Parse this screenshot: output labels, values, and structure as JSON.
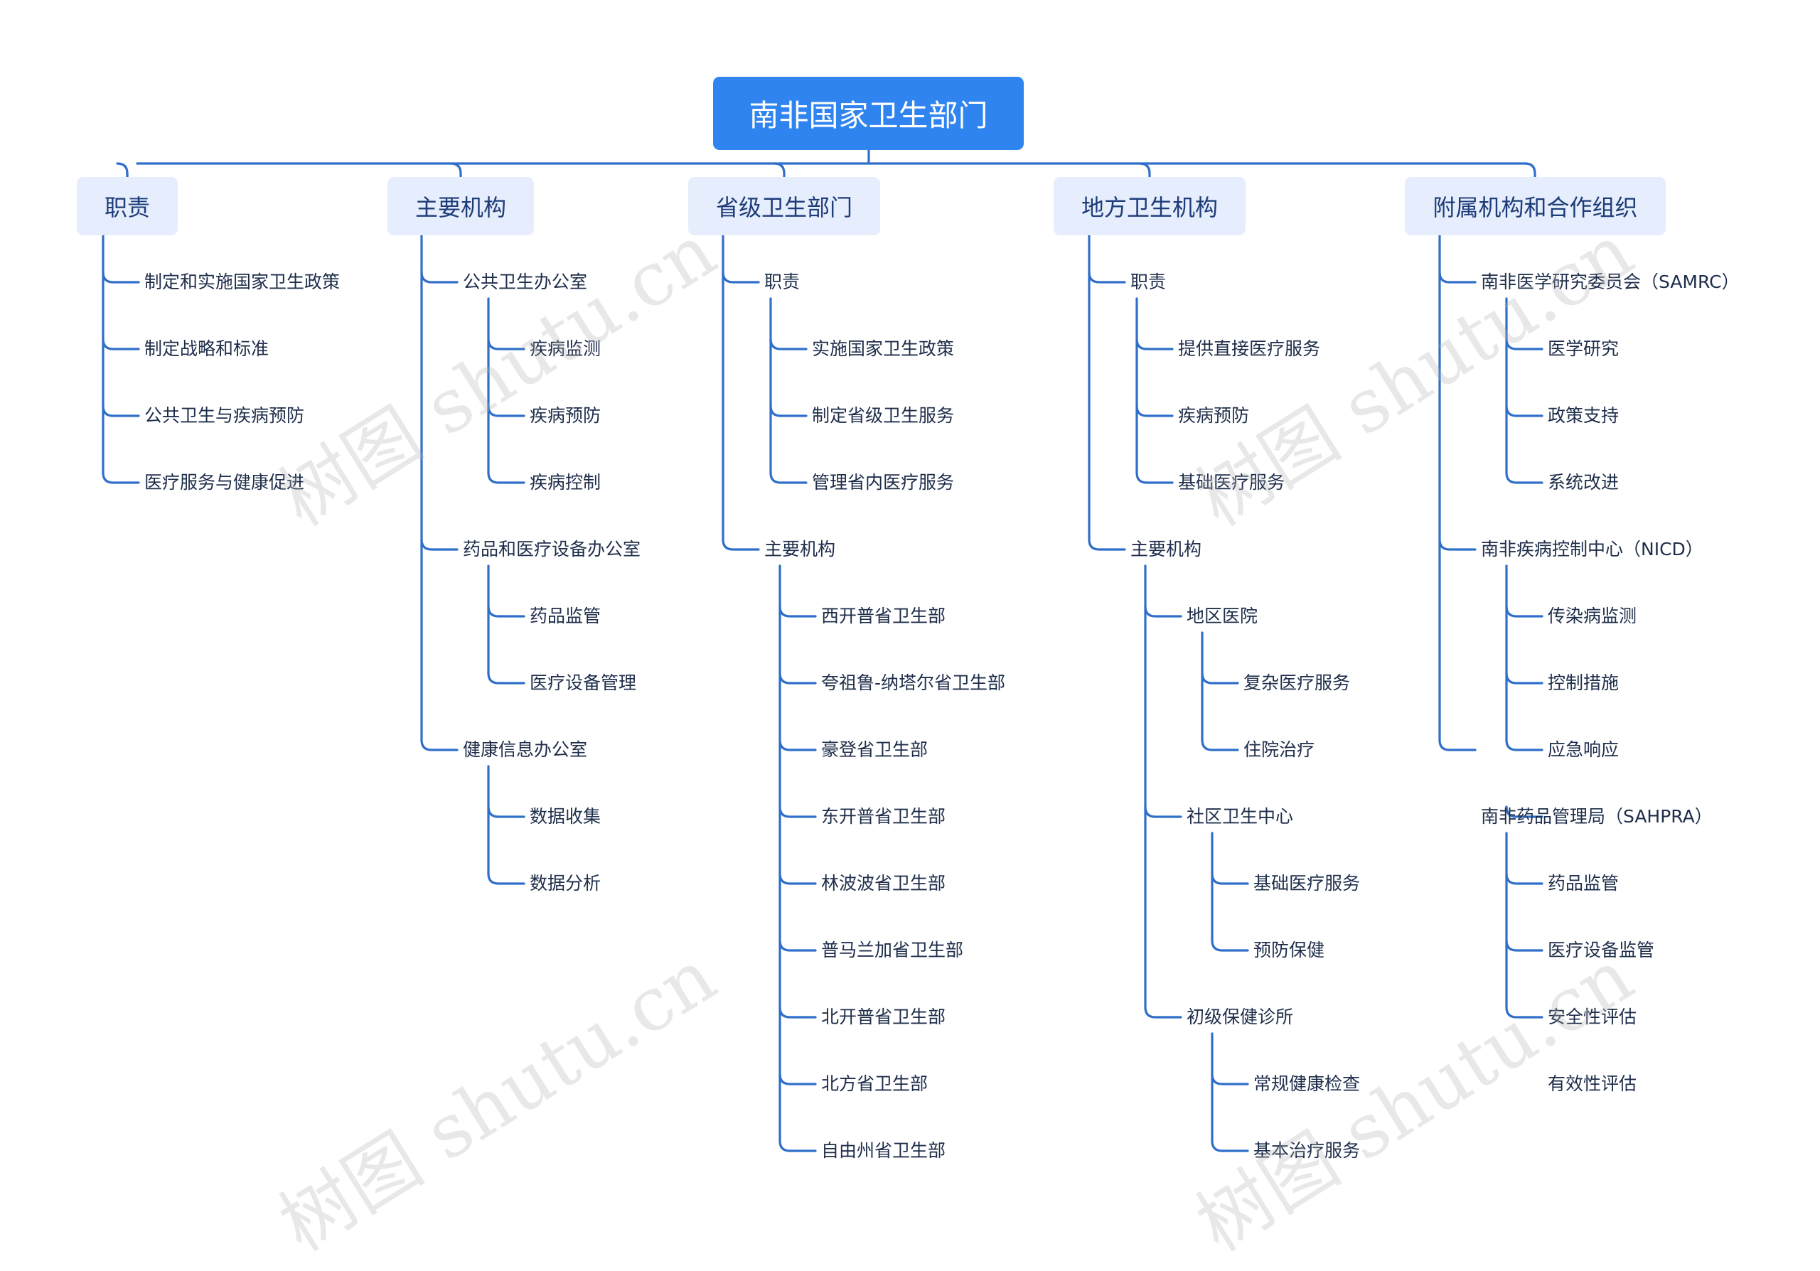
{
  "root": "南非国家卫生部门",
  "branches": [
    {
      "label": "职责",
      "children": [
        {
          "label": "制定和实施国家卫生政策"
        },
        {
          "label": "制定战略和标准"
        },
        {
          "label": "公共卫生与疾病预防"
        },
        {
          "label": "医疗服务与健康促进"
        }
      ]
    },
    {
      "label": "主要机构",
      "children": [
        {
          "label": "公共卫生办公室",
          "children": [
            {
              "label": "疾病监测"
            },
            {
              "label": "疾病预防"
            },
            {
              "label": "疾病控制"
            }
          ]
        },
        {
          "label": "药品和医疗设备办公室",
          "children": [
            {
              "label": "药品监管"
            },
            {
              "label": "医疗设备管理"
            }
          ]
        },
        {
          "label": "健康信息办公室",
          "children": [
            {
              "label": "数据收集"
            },
            {
              "label": "数据分析"
            }
          ]
        }
      ]
    },
    {
      "label": "省级卫生部门",
      "children": [
        {
          "label": "职责",
          "children": [
            {
              "label": "实施国家卫生政策"
            },
            {
              "label": "制定省级卫生服务"
            },
            {
              "label": "管理省内医疗服务"
            }
          ]
        },
        {
          "label": "主要机构",
          "children": [
            {
              "label": "西开普省卫生部"
            },
            {
              "label": "夸祖鲁-纳塔尔省卫生部"
            },
            {
              "label": "豪登省卫生部"
            },
            {
              "label": "东开普省卫生部"
            },
            {
              "label": "林波波省卫生部"
            },
            {
              "label": "普马兰加省卫生部"
            },
            {
              "label": "北开普省卫生部"
            },
            {
              "label": "北方省卫生部"
            },
            {
              "label": "自由州省卫生部"
            }
          ]
        }
      ]
    },
    {
      "label": "地方卫生机构",
      "children": [
        {
          "label": "职责",
          "children": [
            {
              "label": "提供直接医疗服务"
            },
            {
              "label": "疾病预防"
            },
            {
              "label": "基础医疗服务"
            }
          ]
        },
        {
          "label": "主要机构",
          "children": [
            {
              "label": "地区医院",
              "children": [
                {
                  "label": "复杂医疗服务"
                },
                {
                  "label": "住院治疗"
                }
              ]
            },
            {
              "label": "社区卫生中心",
              "children": [
                {
                  "label": "基础医疗服务"
                },
                {
                  "label": "预防保健"
                }
              ]
            },
            {
              "label": "初级保健诊所",
              "children": [
                {
                  "label": "常规健康检查"
                },
                {
                  "label": "基本治疗服务"
                }
              ]
            }
          ]
        }
      ]
    },
    {
      "label": "附属机构和合作组织",
      "children": [
        {
          "label": "南非医学研究委员会（SAMRC）",
          "children": [
            {
              "label": "医学研究"
            },
            {
              "label": "政策支持"
            },
            {
              "label": "系统改进"
            }
          ]
        },
        {
          "label": "南非疾病控制中心（NICD）",
          "children": [
            {
              "label": "传染病监测"
            },
            {
              "label": "控制措施"
            },
            {
              "label": "应急响应"
            }
          ]
        },
        {
          "label": "南非药品管理局（SAHPRA）",
          "children": [
            {
              "label": "药品监管"
            },
            {
              "label": "医疗设备监管"
            },
            {
              "label": "安全性评估"
            },
            {
              "label": "有效性评估"
            }
          ]
        }
      ]
    }
  ],
  "watermark": "树图 shutu.cn"
}
